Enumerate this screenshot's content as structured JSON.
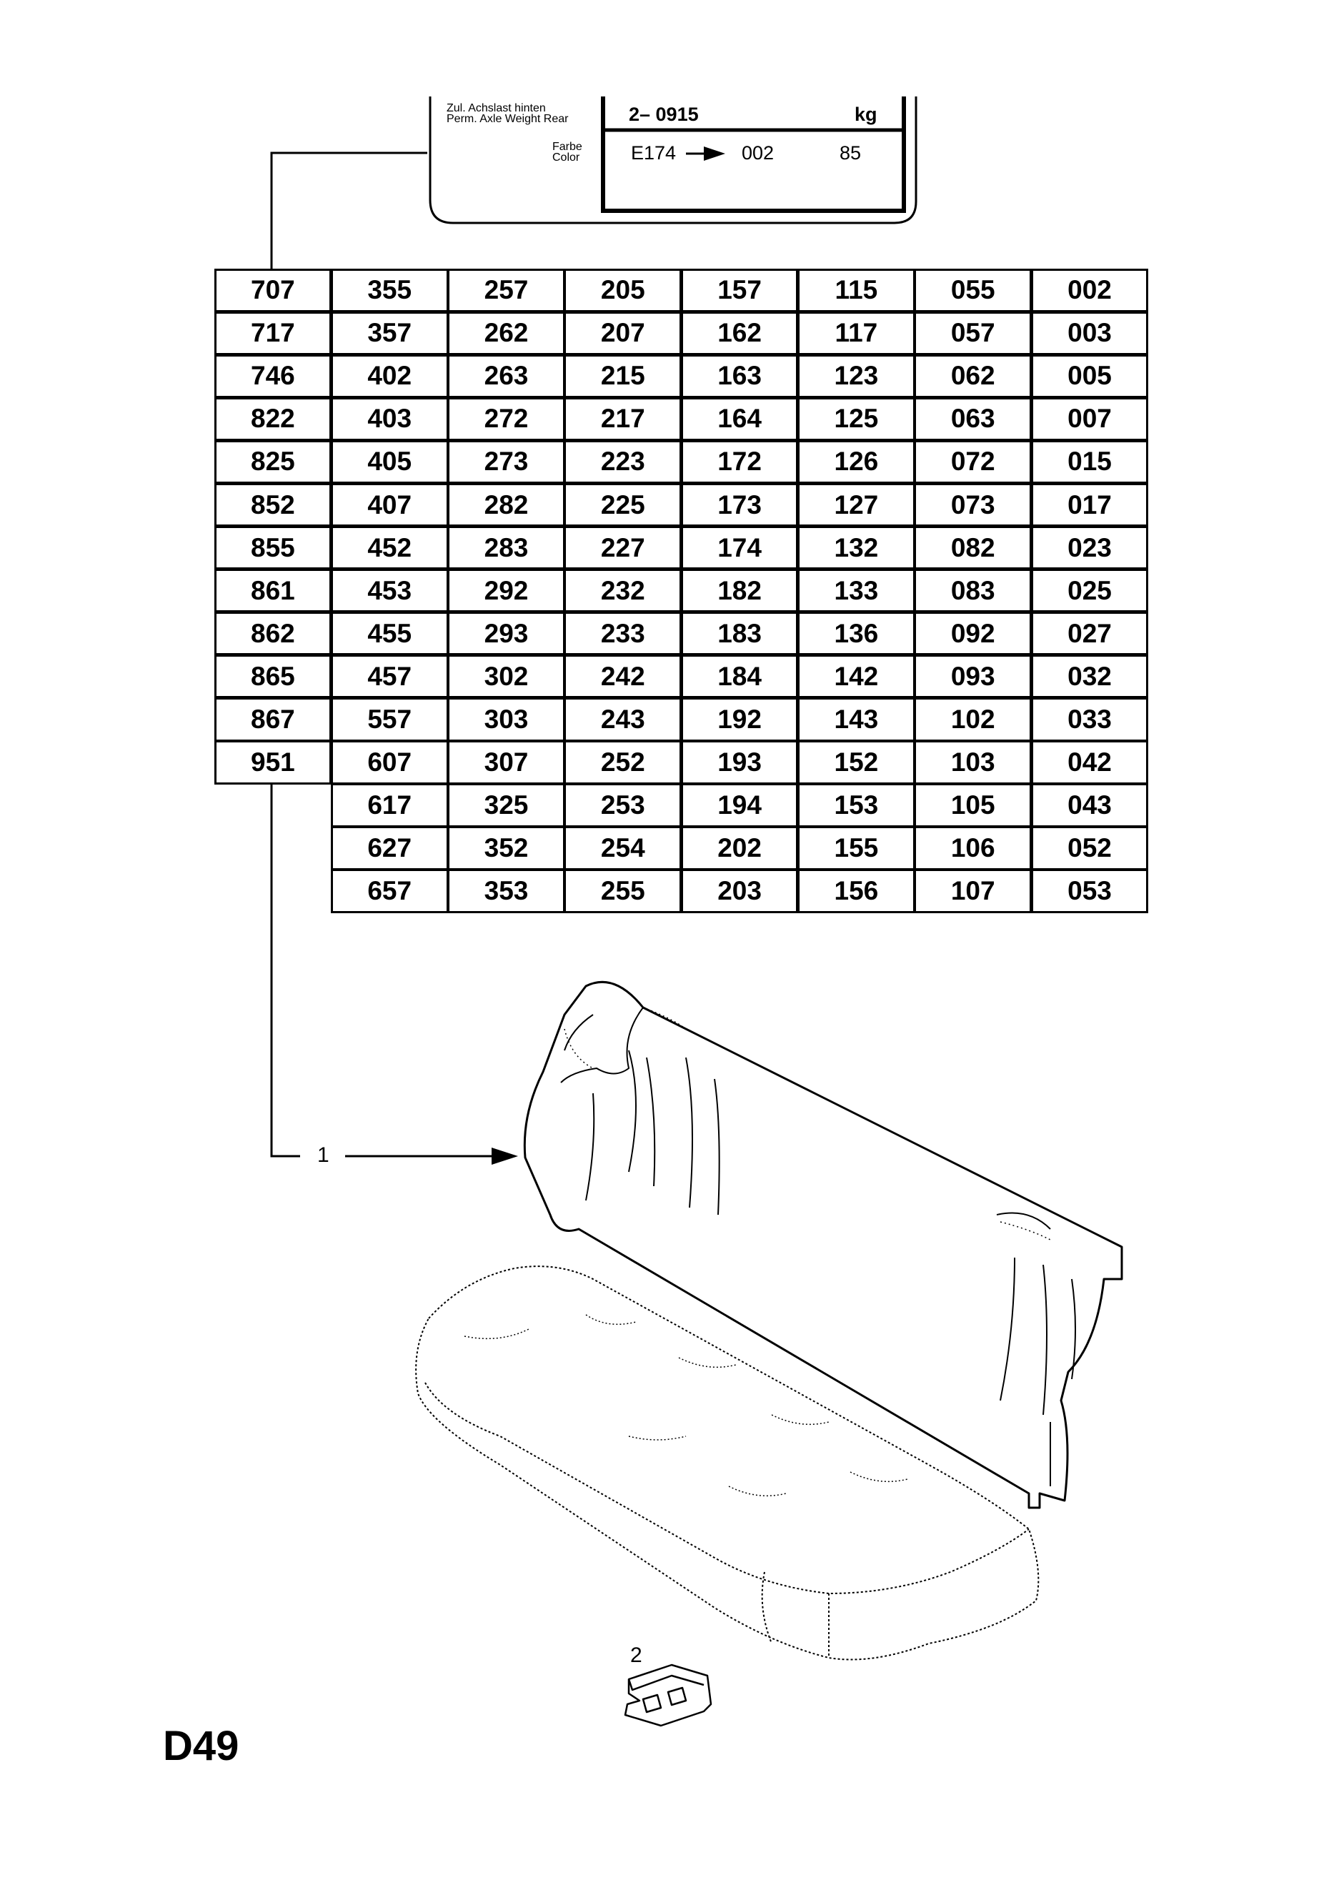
{
  "label_plate": {
    "axle_label_de": "Zul. Achslast hinten",
    "axle_label_en": "Perm. Axle Weight Rear",
    "axle_value": "2– 0915",
    "axle_unit": "kg",
    "color_label_de": "Farbe",
    "color_label_en": "Color",
    "color_code": "E174",
    "color_value_1": "002",
    "color_value_2": "85"
  },
  "code_table": {
    "first_column": [
      "707",
      "717",
      "746",
      "822",
      "825",
      "852",
      "855",
      "861",
      "862",
      "865",
      "867",
      "951"
    ],
    "rows": [
      [
        "355",
        "257",
        "205",
        "157",
        "115",
        "055",
        "002"
      ],
      [
        "357",
        "262",
        "207",
        "162",
        "117",
        "057",
        "003"
      ],
      [
        "402",
        "263",
        "215",
        "163",
        "123",
        "062",
        "005"
      ],
      [
        "403",
        "272",
        "217",
        "164",
        "125",
        "063",
        "007"
      ],
      [
        "405",
        "273",
        "223",
        "172",
        "126",
        "072",
        "015"
      ],
      [
        "407",
        "282",
        "225",
        "173",
        "127",
        "073",
        "017"
      ],
      [
        "452",
        "283",
        "227",
        "174",
        "132",
        "082",
        "023"
      ],
      [
        "453",
        "292",
        "232",
        "182",
        "133",
        "083",
        "025"
      ],
      [
        "455",
        "293",
        "233",
        "183",
        "136",
        "092",
        "027"
      ],
      [
        "457",
        "302",
        "242",
        "184",
        "142",
        "093",
        "032"
      ],
      [
        "557",
        "303",
        "243",
        "192",
        "143",
        "102",
        "033"
      ],
      [
        "607",
        "307",
        "252",
        "193",
        "152",
        "103",
        "042"
      ],
      [
        "617",
        "325",
        "253",
        "194",
        "153",
        "105",
        "043"
      ],
      [
        "627",
        "352",
        "254",
        "202",
        "155",
        "106",
        "052"
      ],
      [
        "657",
        "353",
        "255",
        "203",
        "156",
        "107",
        "053"
      ]
    ]
  },
  "callouts": {
    "item_1": "1",
    "item_2": "2"
  },
  "page_code": "D49"
}
